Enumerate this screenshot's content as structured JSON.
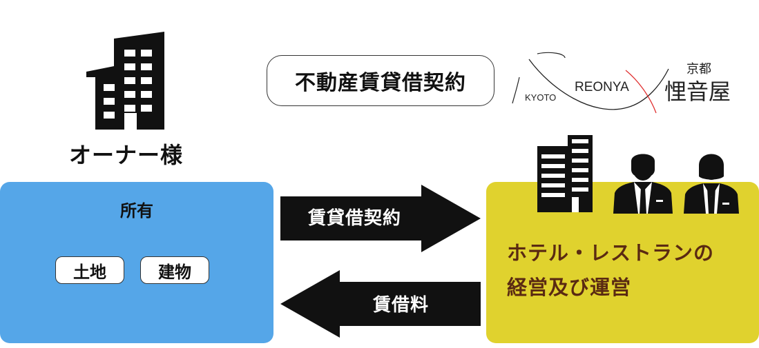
{
  "owner": {
    "label": "オーナー様",
    "icon": "office-building-icon",
    "box": {
      "title": "所有",
      "items": [
        "土地",
        "建物"
      ],
      "color": "#55a6e8"
    }
  },
  "contract": {
    "title": "不動産賃貸借契約"
  },
  "logo": {
    "left_text": "KYOTO",
    "middle_text": "REONYA",
    "right_small": "京都",
    "right_large": "悝音屋",
    "accent_color": "#e03030"
  },
  "arrows": {
    "to_operator": "賃貸借契約",
    "to_owner": "賃借料"
  },
  "operator": {
    "line1": "ホテル・レストランの",
    "line2": "経営及び運営",
    "color": "#e0d22e",
    "icons": [
      "hotel-building-icon",
      "businessman-icon",
      "businesswoman-icon"
    ]
  }
}
